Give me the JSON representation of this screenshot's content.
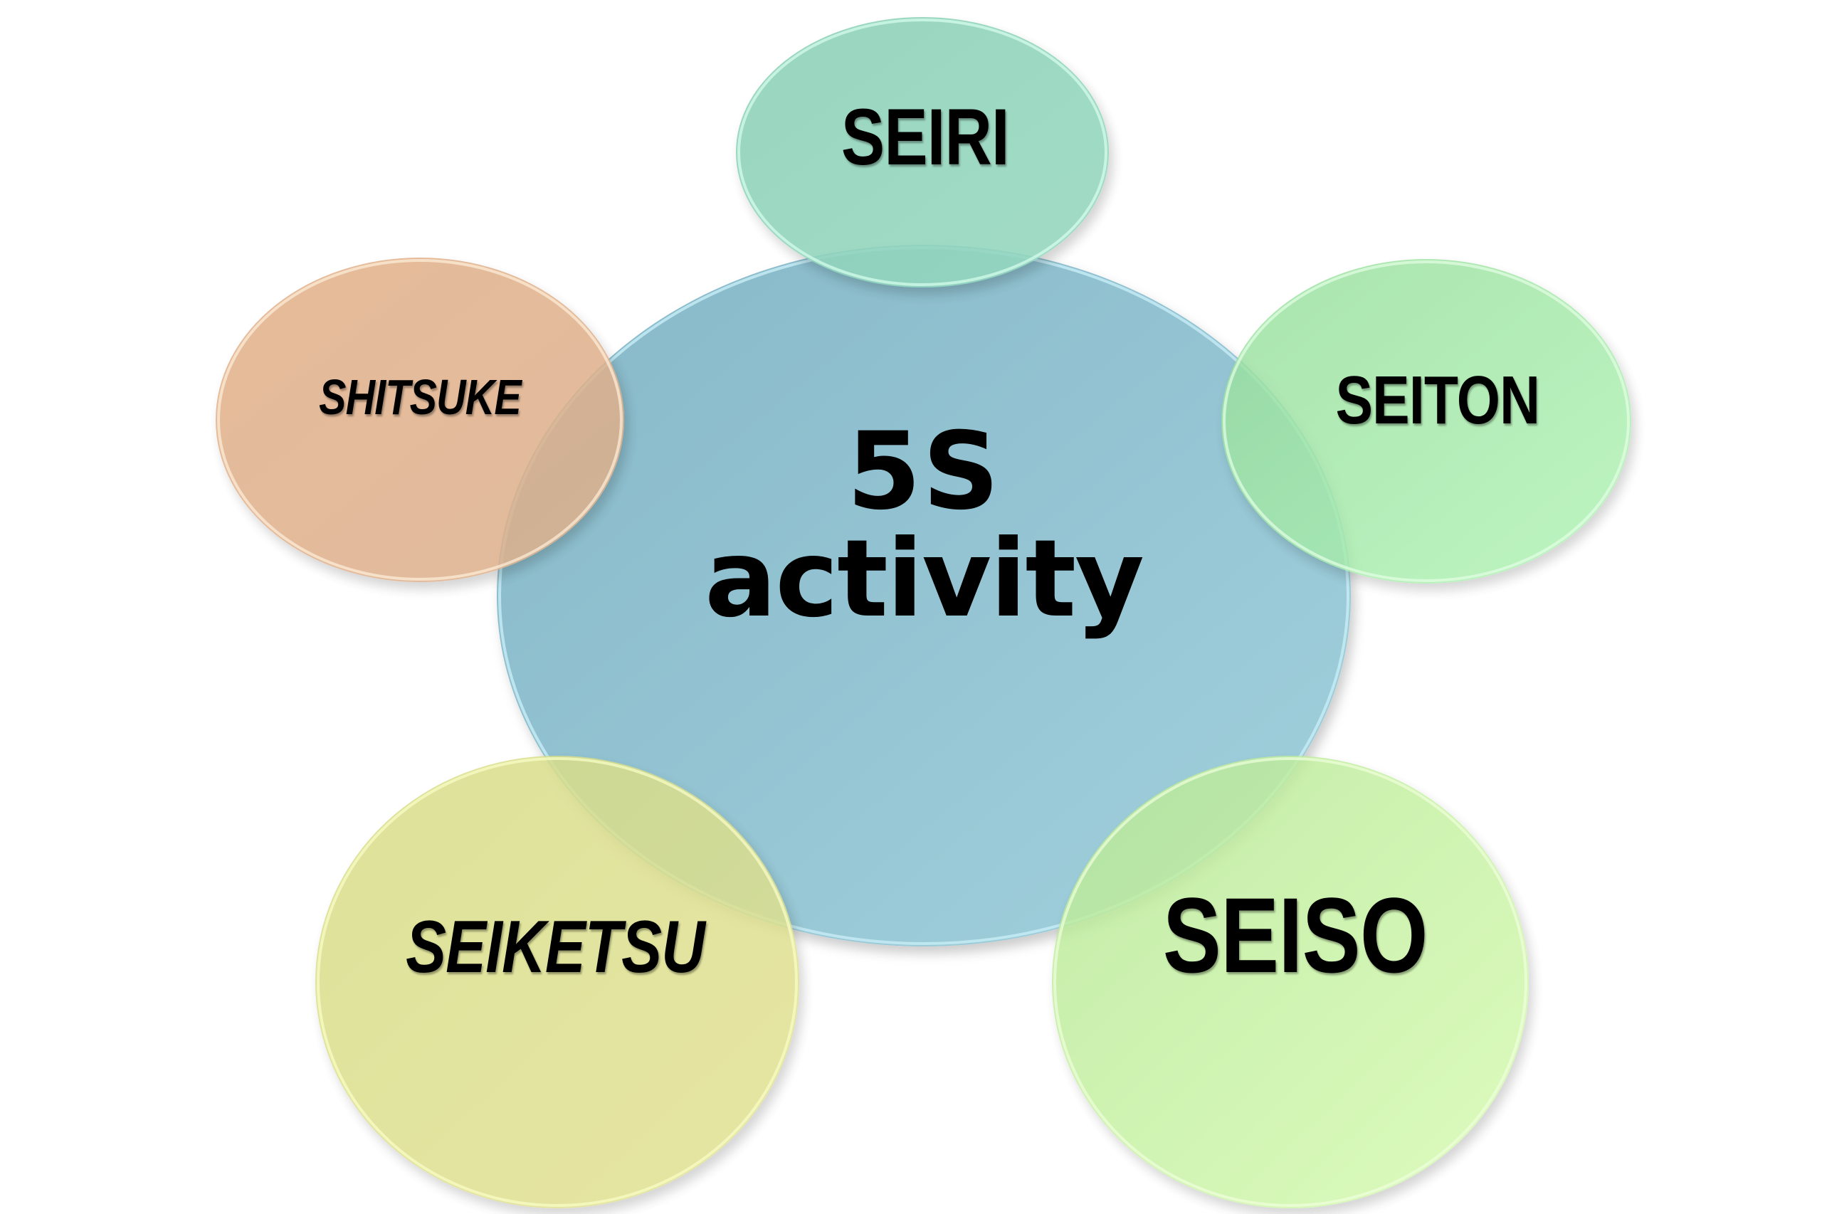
{
  "diagram": {
    "type": "hub-and-spoke venn",
    "center": {
      "line1": "5S",
      "line2": "activity",
      "color": "#8fbccc"
    },
    "nodes": [
      {
        "id": "seiri",
        "label": "SEIRI",
        "color": "#8dd1b8",
        "position": "top"
      },
      {
        "id": "seiton",
        "label": "SEITON",
        "color": "#a0e6a4",
        "position": "right"
      },
      {
        "id": "seiso",
        "label": "SEISO",
        "color": "#c6f0a4",
        "position": "bottom-right"
      },
      {
        "id": "seiketsu",
        "label": "SEIKETSU",
        "color": "#dcdf8c",
        "position": "bottom-left"
      },
      {
        "id": "shitsuke",
        "label": "SHITSUKE",
        "color": "#e3b18a",
        "position": "left"
      }
    ]
  }
}
